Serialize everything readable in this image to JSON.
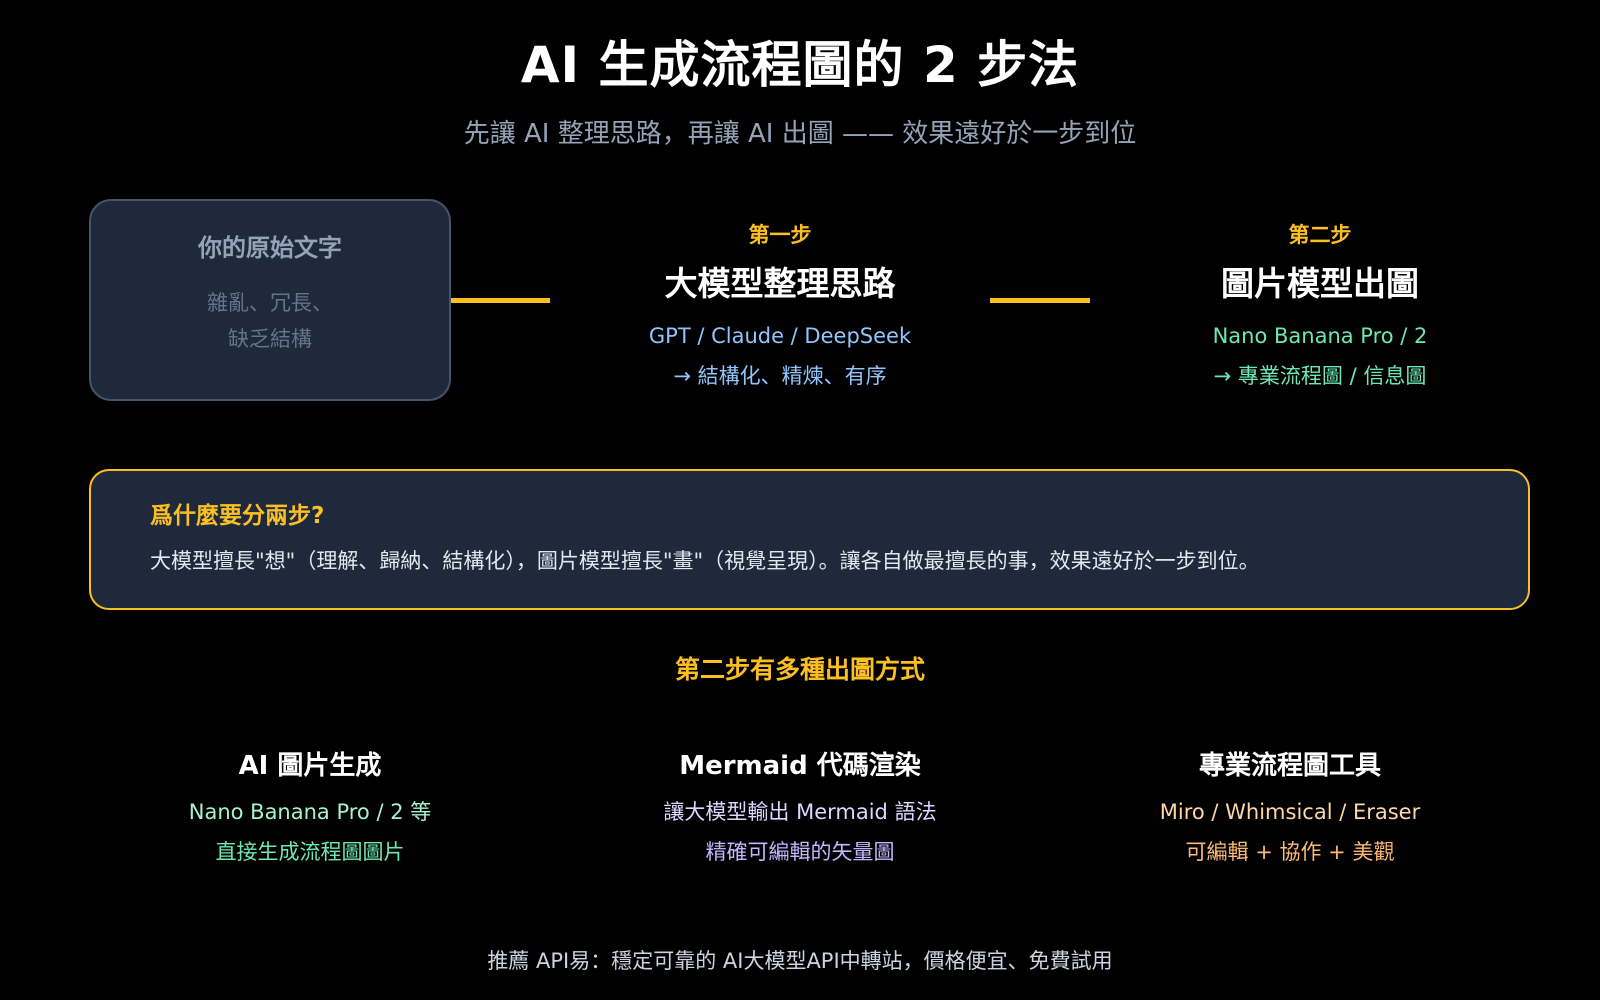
{
  "header": {
    "title": "AI 生成流程圖的 2 步法",
    "subtitle": "先讓 AI 整理思路，再讓 AI 出圖 —— 效果遠好於一步到位"
  },
  "input_box": {
    "title": "你的原始文字",
    "desc_line1": "雜亂、冗長、",
    "desc_line2": "缺乏結構"
  },
  "steps": [
    {
      "label": "第一步",
      "title": "大模型整理思路",
      "models": "GPT / Claude / DeepSeek",
      "result": "→ 結構化、精煉、有序",
      "color": "#93c5fd"
    },
    {
      "label": "第二步",
      "title": "圖片模型出圖",
      "models": "Nano Banana Pro / 2",
      "result": "→ 專業流程圖 / 信息圖",
      "color": "#6ee7b7"
    }
  ],
  "callout": {
    "title": "爲什麼要分兩步?",
    "body": "大模型擅長\"想\"（理解、歸納、結構化），圖片模型擅長\"畫\"（視覺呈現）。讓各自做最擅長的事，效果遠好於一步到位。"
  },
  "methods": {
    "heading": "第二步有多種出圖方式",
    "items": [
      {
        "title": "AI 圖片生成",
        "line1": "Nano Banana Pro / 2 等",
        "line2": "直接生成流程圖圖片",
        "color": "#6ee7b7"
      },
      {
        "title": "Mermaid 代碼渲染",
        "line1": "讓大模型輸出 Mermaid 語法",
        "line2": "精確可編輯的矢量圖",
        "color": "#c4b5fd"
      },
      {
        "title": "專業流程圖工具",
        "line1": "Miro / Whimsical / Eraser",
        "line2": "可編輯 + 協作 + 美觀",
        "color": "#fdba74"
      }
    ]
  },
  "footer": {
    "text": "推薦 API易：穩定可靠的 AI大模型API中轉站，價格便宜、免費試用"
  },
  "colors": {
    "background": "#000000",
    "accent": "#fbbf24",
    "box_fill": "#1e293b",
    "box_border": "#475569",
    "muted_text": "#94a3b8"
  }
}
